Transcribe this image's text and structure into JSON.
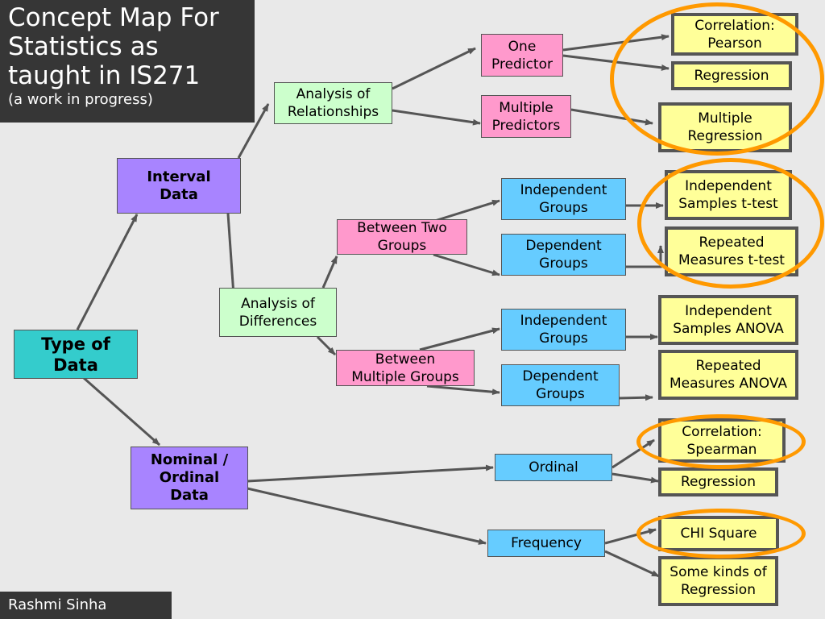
{
  "title": {
    "main": "Concept Map For\nStatistics as\ntaught in IS271",
    "subtitle": "(a work in progress)"
  },
  "author": "Rashmi Sinha",
  "colors": {
    "root": "#34cccc",
    "data_type": "#a884ff",
    "analysis": "#ccffcc",
    "grouping": "#ff99cc",
    "design": "#66ccff",
    "test": "#ffff99",
    "highlight_ring": "#ff9900",
    "arrow": "#555555"
  },
  "nodes": {
    "type_of_data": "Type of\nData",
    "interval_data": "Interval\nData",
    "nominal_ordinal_data": "Nominal /\nOrdinal\nData",
    "analysis_of_relationships": "Analysis of\nRelationships",
    "analysis_of_differences": "Analysis of\nDifferences",
    "one_predictor": "One\nPredictor",
    "multiple_predictors": "Multiple\nPredictors",
    "between_two_groups": "Between Two\nGroups",
    "between_multiple_groups": "Between\nMultiple Groups",
    "independent_groups_two": "Independent\nGroups",
    "dependent_groups_two": "Dependent\nGroups",
    "independent_groups_multi": "Independent\nGroups",
    "dependent_groups_multi": "Dependent\nGroups",
    "ordinal": "Ordinal",
    "frequency": "Frequency",
    "correlation_pearson": "Correlation:\nPearson",
    "regression_interval": "Regression",
    "multiple_regression": "Multiple\nRegression",
    "independent_t_test": "Independent\nSamples t-test",
    "repeated_t_test": "Repeated\nMeasures t-test",
    "independent_anova": "Independent\nSamples ANOVA",
    "repeated_anova": "Repeated\nMeasures ANOVA",
    "correlation_spearman": "Correlation:\nSpearman",
    "regression_ordinal": "Regression",
    "chi_square": "CHI Square",
    "some_kinds_of_regression": "Some kinds of\nRegression"
  }
}
